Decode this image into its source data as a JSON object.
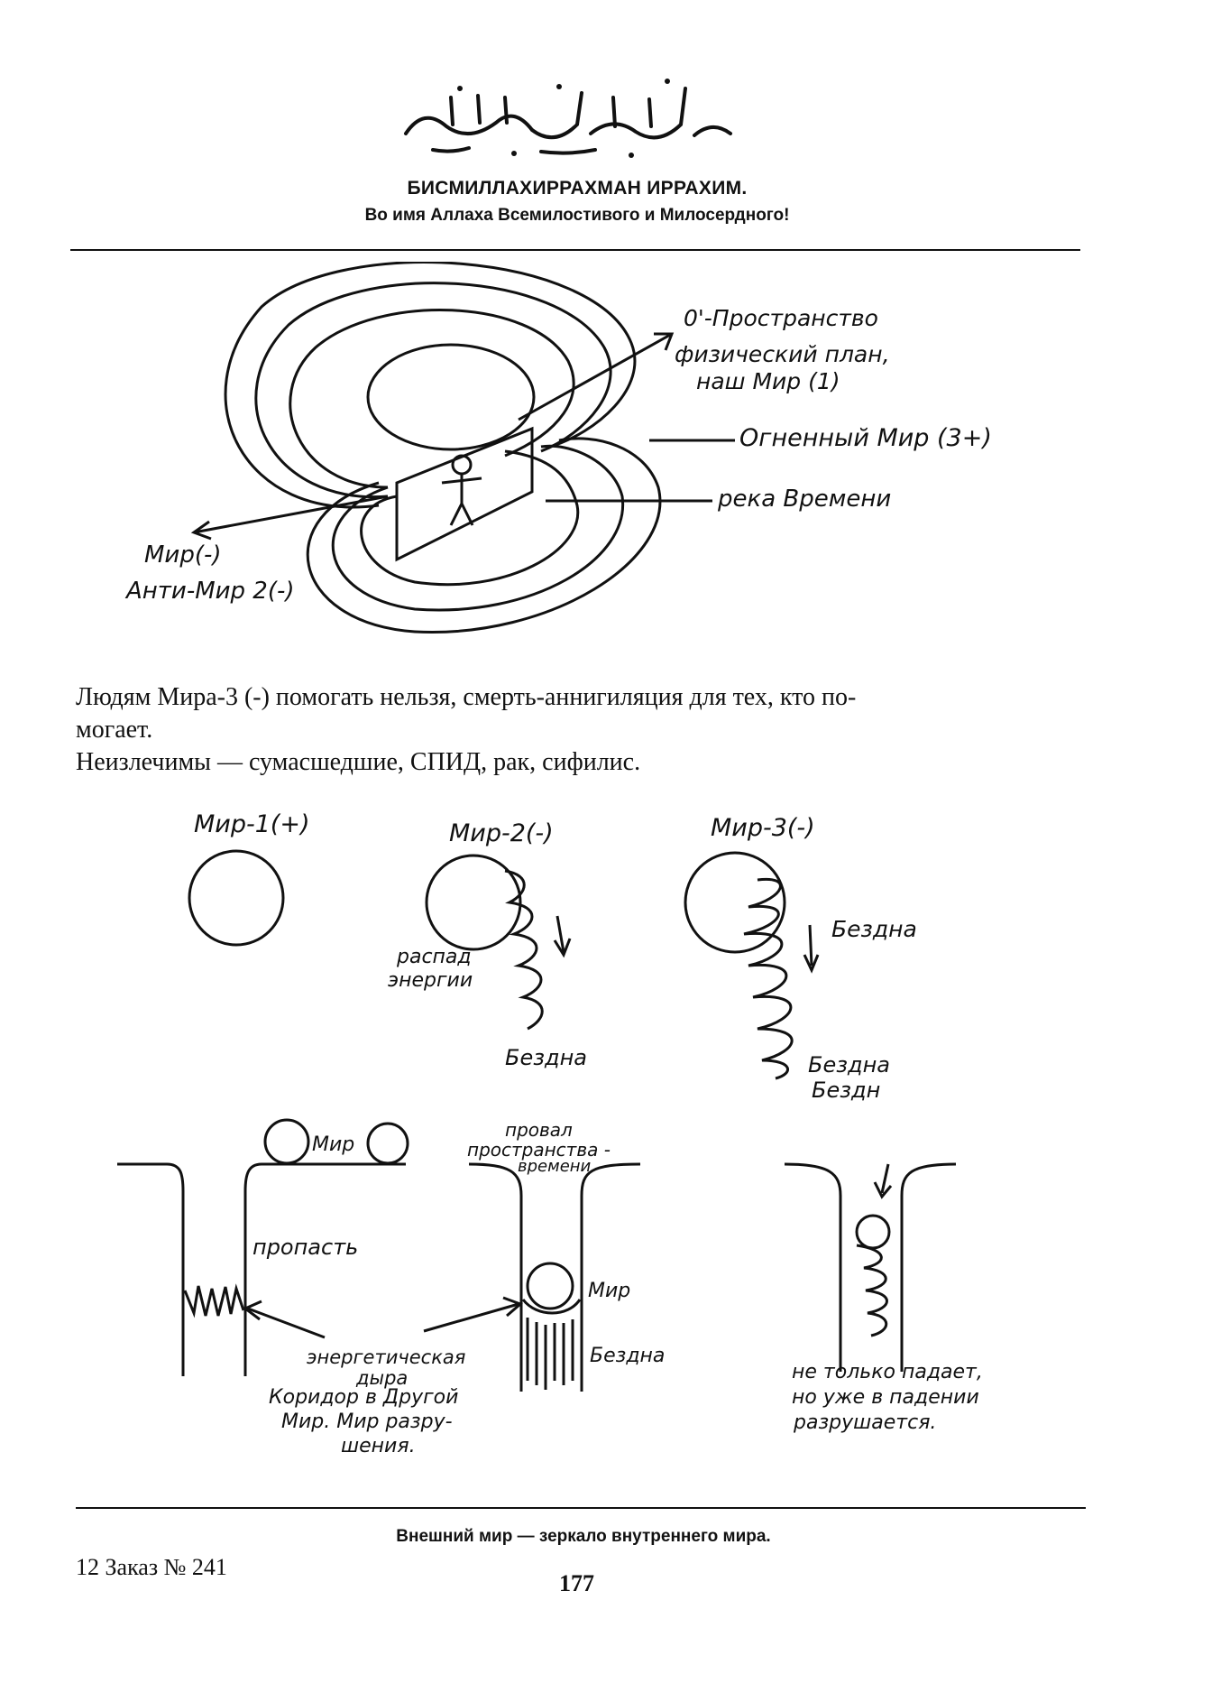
{
  "header": {
    "arabic_calligraphy": "بسم الله الرحمن الرحيم",
    "title": "БИСМИЛЛАХИРРАХМАН ИРРАХИМ.",
    "subtitle": "Во имя Аллаха Всемилостивого и Милосердного!"
  },
  "diagram1": {
    "label_zero_space": "0'-Пространство",
    "label_physical_1": "физический план,",
    "label_physical_2": "наш Мир (1)",
    "label_fire_world": "Огненный Мир (3+)",
    "label_time_river": "река Времени",
    "label_world_minus": "Мир(-)",
    "label_anti_world": "Анти-Мир 2(-)"
  },
  "body": {
    "line1": "Людям Мира-3 (-) помогать нельзя, смерть-аннигиляция для тех, кто по-",
    "line2": "могает.",
    "line3": "Неизлечимы — сумасшедшие, СПИД, рак, сифилис."
  },
  "diagram2": {
    "world1": "Мир-1(+)",
    "world2": "Мир-2(-)",
    "world3": "Мир-3(-)",
    "decay_1": "распад",
    "decay_2": "энергии",
    "abyss_a": "Бездна",
    "abyss_b": "Бездна",
    "abyss_c": "Бездна",
    "abyss_of_abysses": "Бездн"
  },
  "diagram3": {
    "world_label": "Мир",
    "chasm": "пропасть",
    "failure_1": "провал",
    "failure_2": "пространства -",
    "failure_3": "времени",
    "world_in_pit": "Мир",
    "abyss": "Бездна",
    "energy_hole_1": "энергетическая",
    "energy_hole_2": "дыра",
    "corridor_1": "Коридор в Другой",
    "corridor_2": "Мир. Мир разру-",
    "corridor_3": "шения.",
    "falls_1": "не только падает,",
    "falls_2": "но уже в падении",
    "falls_3": "разрушается."
  },
  "footer": {
    "motto": "Внешний мир — зеркало внутреннего мира.",
    "order": "12 Заказ № 241",
    "page_number": "177"
  }
}
